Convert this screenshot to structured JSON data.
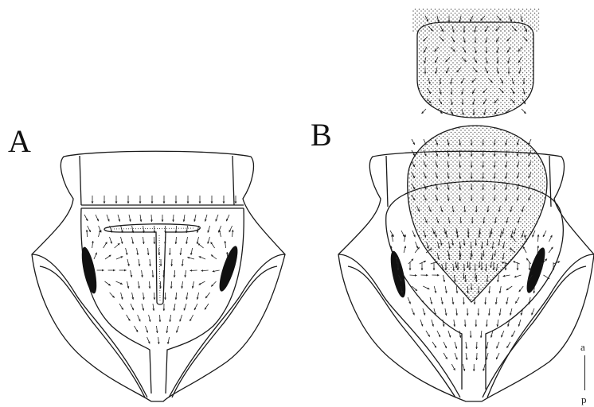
{
  "panels": [
    {
      "label": "A"
    },
    {
      "label": "B"
    }
  ],
  "orientation": {
    "anterior": "a",
    "posterior": "p"
  },
  "colors": {
    "line": "#1a1a1a",
    "stipple": "#555555",
    "background": "#ffffff"
  }
}
